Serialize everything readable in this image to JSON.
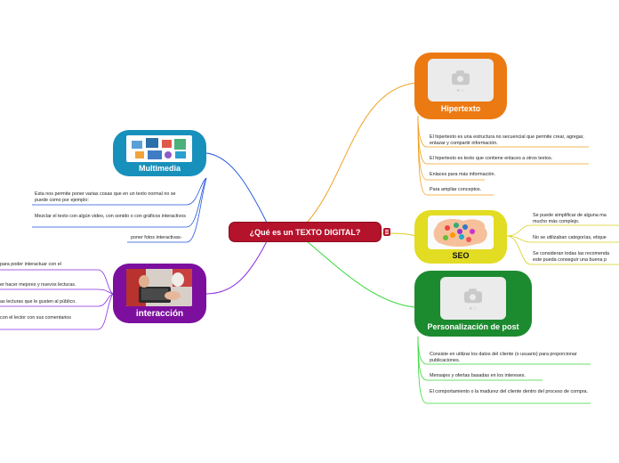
{
  "central": {
    "title": "¿Qué es un TEXTO DIGITAL?"
  },
  "topics": {
    "hipertexto": {
      "title": "Hipertexto",
      "color": "#ec7a12",
      "items": [
        "El hipertexto es una estructura no secuencial que permite crear, agregar, enlazar y compartir información.",
        "El hipertexto es texto que contiene enlaces a otros textos.",
        "Enlaces para más información.",
        "Para ampliar conceptos."
      ]
    },
    "seo": {
      "title": "SEO",
      "color": "#e2dc22",
      "items": [
        "Se puede simplificar de alguna ma mucho más complejo.",
        "No se utilizaban categorías, etique",
        "Se consideran todas las recomenda este pueda conseguir una buena p"
      ]
    },
    "personalizacion": {
      "title": "Personalización de post",
      "color": "#1c8a2e",
      "items": [
        "Consiste en utilizar los datos del cliente (o usuario) para proporcionar publicaciones.",
        "Mensajes y ofertas basadas en los intereses.",
        "El comportamiento o la madurez del cliente dentro del proceso de compra."
      ]
    },
    "multimedia": {
      "title": "Multimedia",
      "color": "#1890bc",
      "items": [
        "Esta nos permite poner varias cosas que en un texto normal no se puede como por ejemplo:",
        "Mezclar el texto con algún video, con sonido o con gráficos interactivos",
        "poner fotos interactivas-"
      ]
    },
    "interaccion": {
      "title": "interacción",
      "color": "#7c0f9e",
      "items": [
        "para poder interactuar con el",
        "er hacer mejores y nuevos lecturas.",
        "as lecturas que le gusten al público.",
        "con el lector con sus comentarios"
      ]
    }
  },
  "colors": {
    "central": "#b5122c",
    "hipertexto": "#ec7a12",
    "seo": "#e2dc22",
    "personalizacion": "#1c8a2e",
    "multimedia": "#1890bc",
    "interaccion": "#7c0f9e"
  }
}
